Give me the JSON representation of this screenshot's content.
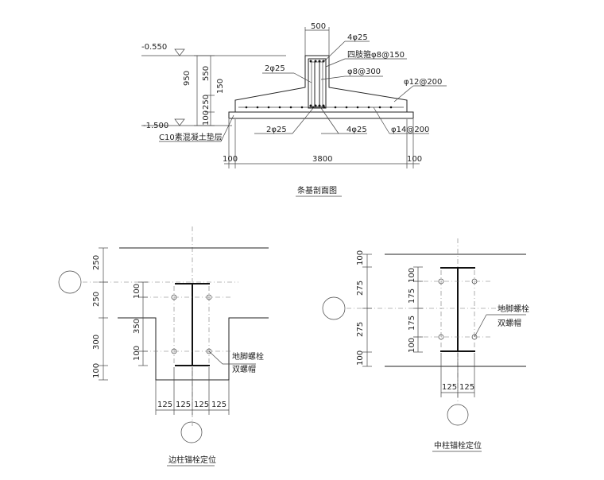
{
  "section_drawing": {
    "title": "条基剖面图",
    "elev_top": "-0.550",
    "elev_bottom": "-1.500",
    "dim_total_height": "950",
    "dim_550": "550",
    "dim_150": "150",
    "dim_250": "250",
    "dim_100_left": "100",
    "dim_top_width": "500",
    "dim_bottom_width": "3800",
    "dim_100_a": "100",
    "dim_100_b": "100",
    "rebar_4phi25_top": "4φ25",
    "stirrup": "四肢箍φ8@150",
    "rebar_2phi25_top": "2φ25",
    "rebar_phi8": "φ8@300",
    "rebar_phi12": "φ12@200",
    "rebar_2phi25_bot": "2φ25",
    "rebar_4phi25_bot": "4φ25",
    "rebar_phi14": "φ14@200",
    "cushion": "C10素混凝土垫层"
  },
  "edge_column": {
    "title": "边柱锚栓定位",
    "v_dims": [
      "250",
      "250",
      "100",
      "350",
      "300",
      "100",
      "100"
    ],
    "h_dims": [
      "125",
      "125",
      "125",
      "125"
    ],
    "bolt_label_1": "地脚螺栓",
    "bolt_label_2": "双螺帽"
  },
  "mid_column": {
    "title": "中柱锚栓定位",
    "v_dims_outer": [
      "100",
      "275",
      "275",
      "100"
    ],
    "v_dims_inner": [
      "100",
      "175",
      "175",
      "100"
    ],
    "h_dims": [
      "125",
      "125"
    ],
    "bolt_label_1": "地脚螺栓",
    "bolt_label_2": "双螺帽"
  }
}
